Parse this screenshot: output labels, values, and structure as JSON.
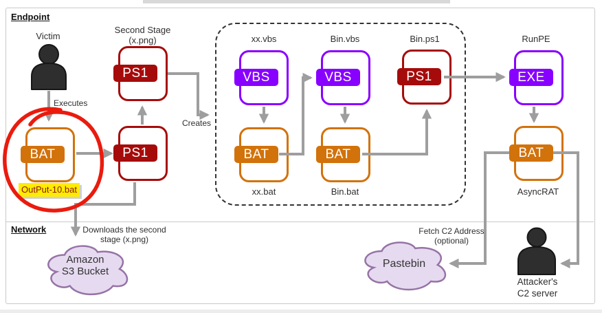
{
  "sections": {
    "endpoint_label": "Endpoint",
    "network_label": "Network"
  },
  "icons": {
    "bat_first": {
      "badge": "BAT",
      "caption": "OutPut-10.bat"
    },
    "ps1_stage1": {
      "badge": "PS1"
    },
    "ps1_stage2": {
      "badge": "PS1",
      "title_line1": "Second Stage",
      "title_line2": "(x.png)"
    },
    "vbs_xx": {
      "badge": "VBS",
      "title": "xx.vbs"
    },
    "bat_xx": {
      "badge": "BAT",
      "caption": "xx.bat"
    },
    "vbs_bin": {
      "badge": "VBS",
      "title": "Bin.vbs"
    },
    "bat_bin": {
      "badge": "BAT",
      "caption": "Bin.bat"
    },
    "ps1_bin": {
      "badge": "PS1",
      "title": "Bin.ps1"
    },
    "exe_runpe": {
      "badge": "EXE",
      "title": "RunPE"
    },
    "bat_asyncrat": {
      "badge": "BAT",
      "caption": "AsyncRAT"
    }
  },
  "actors": {
    "victim": {
      "label": "Victim"
    },
    "attacker": {
      "label_line1": "Attacker's",
      "label_line2": "C2 server"
    }
  },
  "clouds": {
    "s3": {
      "line1": "Amazon",
      "line2": "S3 Bucket"
    },
    "pastebin": {
      "label": "Pastebin"
    }
  },
  "edge_labels": {
    "executes": "Executes",
    "creates": "Creates",
    "downloads_line1": "Downloads the second",
    "downloads_line2": "stage (x.png)",
    "fetch_line1": "Fetch C2 Address",
    "fetch_line2": "(optional)"
  },
  "colors": {
    "bat_orange": "#D2720B",
    "ps1_red": "#A60B0B",
    "script_violet": "#8800FF",
    "arrow_gray": "#9E9E9E",
    "cloud_fill": "#E6DAF0",
    "cloud_stroke": "#9673A6",
    "highlight_yellow": "#FFEC00",
    "annotation_red": "#EA1B0E",
    "person_dark": "#2E2E2E"
  }
}
